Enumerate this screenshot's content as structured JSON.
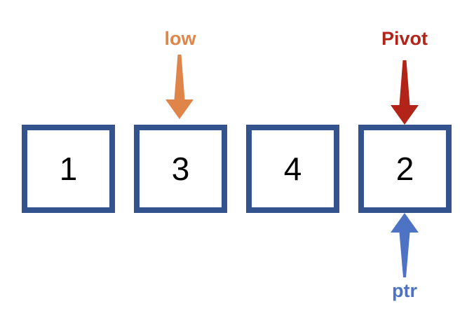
{
  "diagram": {
    "boxes": [
      {
        "value": "1"
      },
      {
        "value": "3"
      },
      {
        "value": "4"
      },
      {
        "value": "2"
      }
    ],
    "pointers": [
      {
        "label": "low",
        "color": "#DF854A",
        "direction": "down",
        "points_to_box_index": 2
      },
      {
        "label": "Pivot",
        "color": "#B32418",
        "direction": "down",
        "points_to_box_index": 4
      },
      {
        "label": "ptr",
        "color": "#4E73C5",
        "direction": "up",
        "points_to_box_index": 4
      }
    ],
    "colors": {
      "background": "#FFFFFF",
      "box_border": "#33538F",
      "box_fill": "#FFFFFF",
      "number_text": "#000000"
    }
  }
}
